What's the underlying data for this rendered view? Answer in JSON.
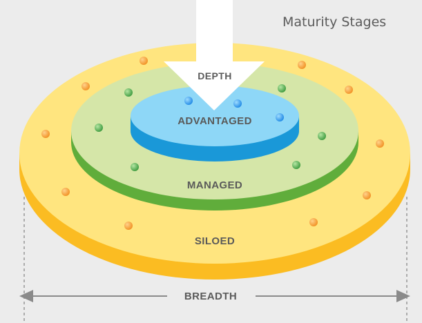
{
  "title": "Maturity Stages",
  "arrow_label": "DEPTH",
  "axis_label": "BREADTH",
  "rings": [
    {
      "name": "outer-ring",
      "label": "SILOED",
      "dot_color": "#f6a13b"
    },
    {
      "name": "middle-ring",
      "label": "MANAGED",
      "dot_color": "#4caf50"
    },
    {
      "name": "inner-ring",
      "label": "ADVANTAGED",
      "dot_color": "#2196f3"
    }
  ],
  "colors": {
    "outer_top": "#ffe57f",
    "outer_side": "#fbbc22",
    "middle_top": "#d5e6a8",
    "middle_side": "#60ad3b",
    "inner_top": "#8ed7f7",
    "inner_side": "#1a98d8",
    "dashed_line": "#999999",
    "axis_arrow": "#888888"
  }
}
